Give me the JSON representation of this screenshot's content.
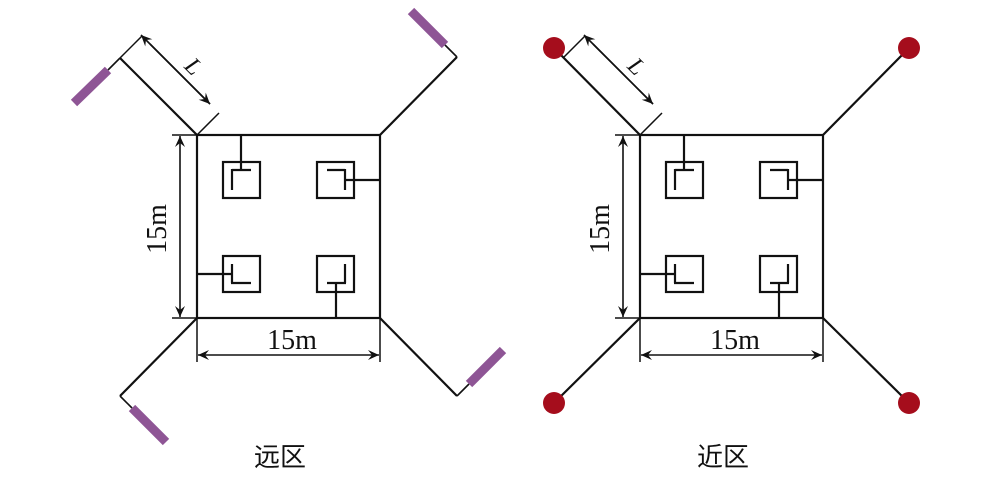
{
  "panels": [
    {
      "caption": "远区",
      "side_label": "15m",
      "bottom_label": "15m",
      "length_label": "L",
      "electrode_type": "bar",
      "electrode_color": "#8e5595"
    },
    {
      "caption": "近区",
      "side_label": "15m",
      "bottom_label": "15m",
      "length_label": "L",
      "electrode_type": "dot",
      "electrode_color": "#a50d1c"
    }
  ]
}
